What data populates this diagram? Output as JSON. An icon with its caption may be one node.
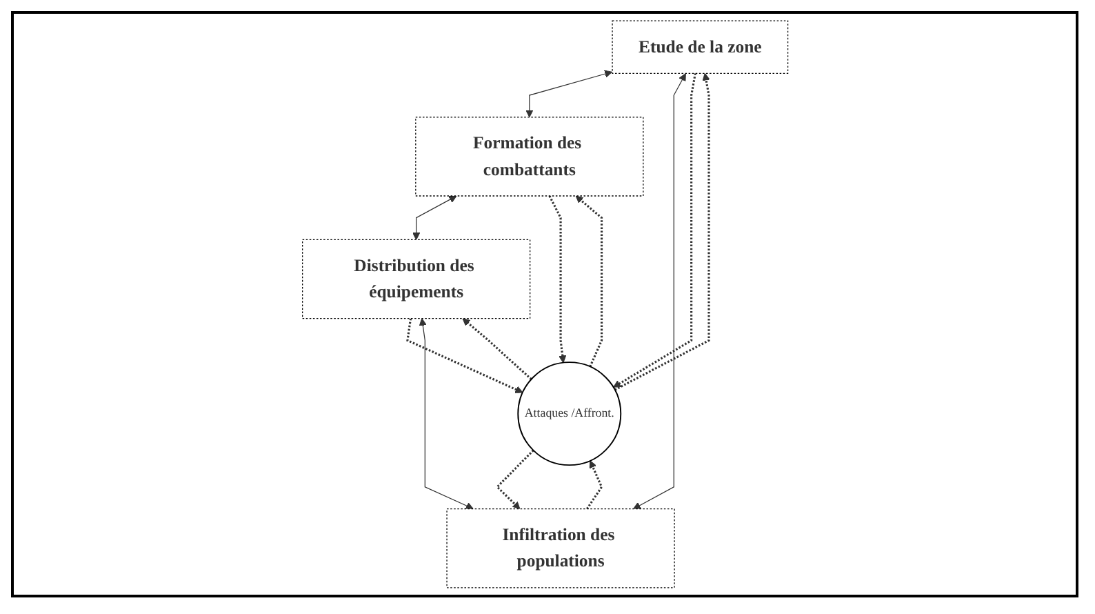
{
  "diagram": {
    "nodes": [
      {
        "text": [
          "Etude de la zone"
        ]
      },
      {
        "text": [
          "Formation des combattants"
        ]
      },
      {
        "text": [
          "Attaques /Affront."
        ]
      },
      {
        "text": [
          "Infiltration des populations"
        ]
      },
      {
        "text": [
          "Distribution des équipements"
        ]
      }
    ],
    "edges": [
      {
        "from": 0,
        "to": 1,
        "arrow": "both"
      },
      {
        "from": 0,
        "to": 3,
        "arrow": "both"
      },
      {
        "from": 1,
        "to": 4,
        "arrow": "both"
      },
      {
        "from": 3,
        "to": 4,
        "arrow": "both"
      },
      {
        "from": 0,
        "to": 2,
        "arrow": "to",
        "style": "dashed"
      },
      {
        "from": 2,
        "to": 0,
        "arrow": "to",
        "style": "dashed"
      },
      {
        "from": 1,
        "to": 2,
        "arrow": "to",
        "style": "dashed"
      },
      {
        "from": 2,
        "to": 1,
        "arrow": "to",
        "style": "dashed"
      },
      {
        "from": 3,
        "to": 2,
        "arrow": "to",
        "style": "dashed"
      },
      {
        "from": 2,
        "to": 3,
        "arrow": "to",
        "style": "dashed"
      },
      {
        "from": 4,
        "to": 2,
        "arrow": "to",
        "style": "dashed"
      },
      {
        "from": 2,
        "to": 4,
        "arrow": "to",
        "style": "dashed"
      }
    ]
  }
}
